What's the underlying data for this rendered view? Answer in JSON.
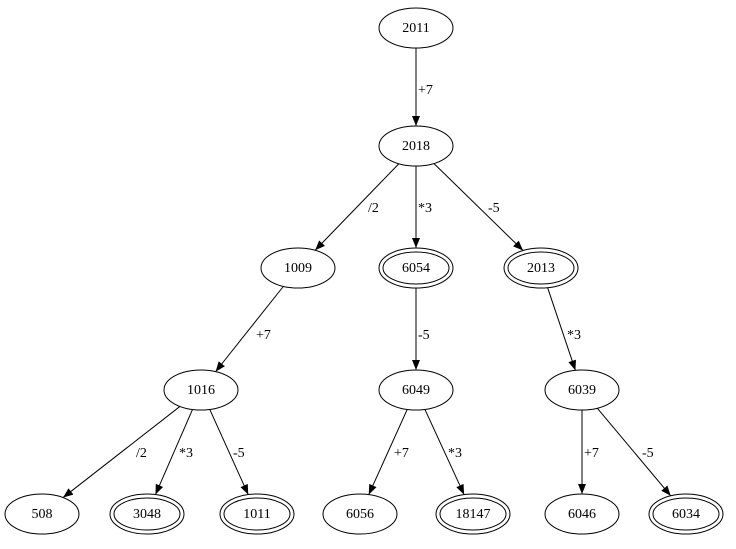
{
  "graph": {
    "nodes": [
      {
        "id": "n2011",
        "label": "2011",
        "double": false
      },
      {
        "id": "n2018",
        "label": "2018",
        "double": false
      },
      {
        "id": "n1009",
        "label": "1009",
        "double": false
      },
      {
        "id": "n6054",
        "label": "6054",
        "double": true
      },
      {
        "id": "n2013",
        "label": "2013",
        "double": true
      },
      {
        "id": "n1016",
        "label": "1016",
        "double": false
      },
      {
        "id": "n6049",
        "label": "6049",
        "double": false
      },
      {
        "id": "n6039",
        "label": "6039",
        "double": false
      },
      {
        "id": "n508",
        "label": "508",
        "double": false
      },
      {
        "id": "n3048",
        "label": "3048",
        "double": true
      },
      {
        "id": "n1011",
        "label": "1011",
        "double": true
      },
      {
        "id": "n6056",
        "label": "6056",
        "double": false
      },
      {
        "id": "n18147",
        "label": "18147",
        "double": true
      },
      {
        "id": "n6046",
        "label": "6046",
        "double": false
      },
      {
        "id": "n6034",
        "label": "6034",
        "double": true
      }
    ],
    "edges": [
      {
        "from": "n2011",
        "to": "n2018",
        "label": "+7"
      },
      {
        "from": "n2018",
        "to": "n1009",
        "label": "/2"
      },
      {
        "from": "n2018",
        "to": "n6054",
        "label": "*3"
      },
      {
        "from": "n2018",
        "to": "n2013",
        "label": "-5"
      },
      {
        "from": "n1009",
        "to": "n1016",
        "label": "+7"
      },
      {
        "from": "n6054",
        "to": "n6049",
        "label": "-5"
      },
      {
        "from": "n2013",
        "to": "n6039",
        "label": "*3"
      },
      {
        "from": "n1016",
        "to": "n508",
        "label": "/2"
      },
      {
        "from": "n1016",
        "to": "n3048",
        "label": "*3"
      },
      {
        "from": "n1016",
        "to": "n1011",
        "label": "-5"
      },
      {
        "from": "n6049",
        "to": "n6056",
        "label": "+7"
      },
      {
        "from": "n6049",
        "to": "n18147",
        "label": "*3"
      },
      {
        "from": "n6039",
        "to": "n6046",
        "label": "+7"
      },
      {
        "from": "n6039",
        "to": "n6034",
        "label": "-5"
      }
    ]
  }
}
